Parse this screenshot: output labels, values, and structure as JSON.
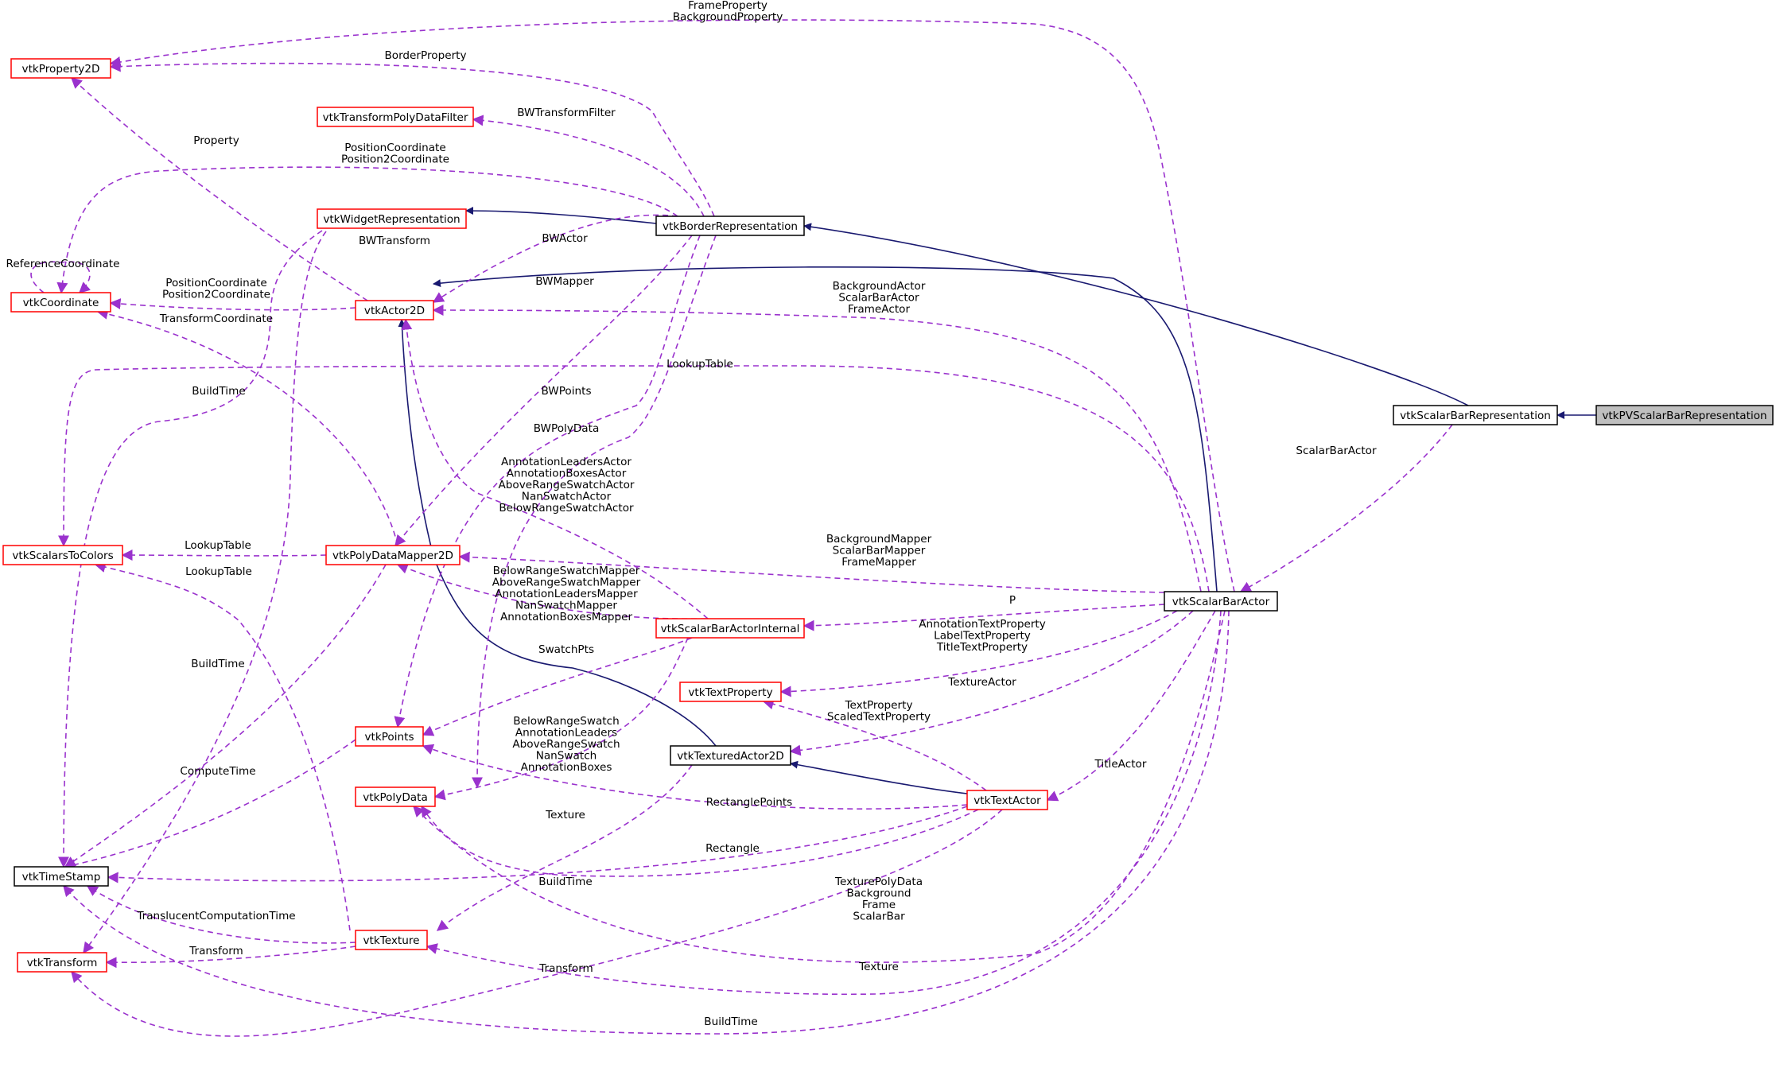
{
  "colors": {
    "background": "#ffffff",
    "node_fill": "#ffffff",
    "node_border_default": "#000000",
    "node_border_external": "#ff0000",
    "focus_fill": "#bfbfbf",
    "inheritance_edge": "#191970",
    "usage_edge": "#9a32cd"
  },
  "nodes": [
    {
      "id": "vtkProperty2D",
      "label": "vtkProperty2D",
      "style": "external"
    },
    {
      "id": "vtkTransformPolyDataFilter",
      "label": "vtkTransformPolyDataFilter",
      "style": "external"
    },
    {
      "id": "vtkWidgetRepresentation",
      "label": "vtkWidgetRepresentation",
      "style": "external"
    },
    {
      "id": "vtkBorderRepresentation",
      "label": "vtkBorderRepresentation",
      "style": "default"
    },
    {
      "id": "vtkCoordinate",
      "label": "vtkCoordinate",
      "style": "external"
    },
    {
      "id": "vtkActor2D",
      "label": "vtkActor2D",
      "style": "external"
    },
    {
      "id": "vtkScalarBarRepresentation",
      "label": "vtkScalarBarRepresentation",
      "style": "default"
    },
    {
      "id": "vtkPVScalarBarRepresentation",
      "label": "vtkPVScalarBarRepresentation",
      "style": "focus"
    },
    {
      "id": "vtkScalarsToColors",
      "label": "vtkScalarsToColors",
      "style": "external"
    },
    {
      "id": "vtkPolyDataMapper2D",
      "label": "vtkPolyDataMapper2D",
      "style": "external"
    },
    {
      "id": "vtkScalarBarActor",
      "label": "vtkScalarBarActor",
      "style": "default"
    },
    {
      "id": "vtkScalarBarActorInternal",
      "label": "vtkScalarBarActorInternal",
      "style": "external"
    },
    {
      "id": "vtkTextProperty",
      "label": "vtkTextProperty",
      "style": "external"
    },
    {
      "id": "vtkPoints",
      "label": "vtkPoints",
      "style": "external"
    },
    {
      "id": "vtkTexturedActor2D",
      "label": "vtkTexturedActor2D",
      "style": "default"
    },
    {
      "id": "vtkPolyData",
      "label": "vtkPolyData",
      "style": "external"
    },
    {
      "id": "vtkTextActor",
      "label": "vtkTextActor",
      "style": "external"
    },
    {
      "id": "vtkTimeStamp",
      "label": "vtkTimeStamp",
      "style": "default"
    },
    {
      "id": "vtkTexture",
      "label": "vtkTexture",
      "style": "external"
    },
    {
      "id": "vtkTransform",
      "label": "vtkTransform",
      "style": "external"
    }
  ],
  "edges": [
    {
      "from": "vtkPVScalarBarRepresentation",
      "to": "vtkScalarBarRepresentation",
      "kind": "inherit",
      "label": ""
    },
    {
      "from": "vtkScalarBarRepresentation",
      "to": "vtkBorderRepresentation",
      "kind": "inherit",
      "label": ""
    },
    {
      "from": "vtkBorderRepresentation",
      "to": "vtkWidgetRepresentation",
      "kind": "inherit",
      "label": ""
    },
    {
      "from": "vtkScalarBarActor",
      "to": "vtkActor2D",
      "kind": "inherit",
      "label": ""
    },
    {
      "from": "vtkTexturedActor2D",
      "to": "vtkActor2D",
      "kind": "inherit",
      "label": ""
    },
    {
      "from": "vtkTextActor",
      "to": "vtkTexturedActor2D",
      "kind": "inherit",
      "label": ""
    },
    {
      "from": "vtkScalarBarActor",
      "to": "vtkProperty2D",
      "kind": "use",
      "label": [
        "FrameProperty",
        "BackgroundProperty"
      ]
    },
    {
      "from": "vtkBorderRepresentation",
      "to": "vtkProperty2D",
      "kind": "use",
      "label": [
        "BorderProperty"
      ]
    },
    {
      "from": "vtkActor2D",
      "to": "vtkProperty2D",
      "kind": "use",
      "label": [
        "Property"
      ]
    },
    {
      "from": "vtkBorderRepresentation",
      "to": "vtkTransformPolyDataFilter",
      "kind": "use",
      "label": [
        "BWTransformFilter"
      ]
    },
    {
      "from": "vtkBorderRepresentation",
      "to": "vtkCoordinate",
      "kind": "use",
      "label": [
        "PositionCoordinate",
        "Position2Coordinate"
      ]
    },
    {
      "from": "vtkCoordinate",
      "to": "vtkCoordinate",
      "kind": "use",
      "label": [
        "ReferenceCoordinate"
      ]
    },
    {
      "from": "vtkActor2D",
      "to": "vtkCoordinate",
      "kind": "use",
      "label": [
        "PositionCoordinate",
        "Position2Coordinate"
      ]
    },
    {
      "from": "vtkPolyDataMapper2D",
      "to": "vtkCoordinate",
      "kind": "use",
      "label": [
        "TransformCoordinate"
      ]
    },
    {
      "from": "vtkBorderRepresentation",
      "to": "vtkActor2D",
      "kind": "use",
      "label": [
        "BWActor"
      ]
    },
    {
      "from": "vtkBorderRepresentation",
      "to": "vtkPolyDataMapper2D",
      "kind": "use",
      "label": [
        "BWMapper"
      ]
    },
    {
      "from": "vtkScalarBarActor",
      "to": "vtkActor2D",
      "kind": "use",
      "label": [
        "BackgroundActor",
        "ScalarBarActor",
        "FrameActor"
      ]
    },
    {
      "from": "vtkWidgetRepresentation",
      "to": "vtkTransform",
      "kind": "use",
      "label": [
        "BWTransform"
      ]
    },
    {
      "from": "vtkScalarBarActor",
      "to": "vtkScalarsToColors",
      "kind": "use",
      "label": [
        "LookupTable"
      ]
    },
    {
      "from": "vtkWidgetRepresentation",
      "to": "vtkTimeStamp",
      "kind": "use",
      "label": [
        "BuildTime"
      ]
    },
    {
      "from": "vtkBorderRepresentation",
      "to": "vtkPoints",
      "kind": "use",
      "label": [
        "BWPoints"
      ]
    },
    {
      "from": "vtkBorderRepresentation",
      "to": "vtkPolyData",
      "kind": "use",
      "label": [
        "BWPolyData"
      ]
    },
    {
      "from": "vtkScalarBarActorInternal",
      "to": "vtkActor2D",
      "kind": "use",
      "label": [
        "AnnotationLeadersActor",
        "AnnotationBoxesActor",
        "AboveRangeSwatchActor",
        "NanSwatchActor",
        "BelowRangeSwatchActor"
      ]
    },
    {
      "from": "vtkScalarBarRepresentation",
      "to": "vtkScalarBarActor",
      "kind": "use",
      "label": [
        "ScalarBarActor"
      ]
    },
    {
      "from": "vtkPolyDataMapper2D",
      "to": "vtkScalarsToColors",
      "kind": "use",
      "label": [
        "LookupTable"
      ]
    },
    {
      "from": "vtkTexture",
      "to": "vtkScalarsToColors",
      "kind": "use",
      "label": [
        "LookupTable"
      ]
    },
    {
      "from": "vtkScalarBarActor",
      "to": "vtkPolyDataMapper2D",
      "kind": "use",
      "label": [
        "BackgroundMapper",
        "ScalarBarMapper",
        "FrameMapper"
      ]
    },
    {
      "from": "vtkScalarBarActorInternal",
      "to": "vtkPolyDataMapper2D",
      "kind": "use",
      "label": [
        "BelowRangeSwatchMapper",
        "AboveRangeSwatchMapper",
        "AnnotationLeadersMapper",
        "NanSwatchMapper",
        "AnnotationBoxesMapper"
      ]
    },
    {
      "from": "vtkScalarBarActor",
      "to": "vtkScalarBarActorInternal",
      "kind": "use",
      "label": [
        "P"
      ]
    },
    {
      "from": "vtkScalarBarActor",
      "to": "vtkTextProperty",
      "kind": "use",
      "label": [
        "AnnotationTextProperty",
        "LabelTextProperty",
        "TitleTextProperty"
      ]
    },
    {
      "from": "vtkPolyDataMapper2D",
      "to": "vtkTimeStamp",
      "kind": "use",
      "label": [
        "BuildTime"
      ]
    },
    {
      "from": "vtkScalarBarActorInternal",
      "to": "vtkPoints",
      "kind": "use",
      "label": [
        "SwatchPts"
      ]
    },
    {
      "from": "vtkScalarBarActor",
      "to": "vtkTexturedActor2D",
      "kind": "use",
      "label": [
        "TextureActor"
      ]
    },
    {
      "from": "vtkTextActor",
      "to": "vtkTextProperty",
      "kind": "use",
      "label": [
        "TextProperty",
        "ScaledTextProperty"
      ]
    },
    {
      "from": "vtkScalarBarActorInternal",
      "to": "vtkPolyData",
      "kind": "use",
      "label": [
        "BelowRangeSwatch",
        "AnnotationLeaders",
        "AboveRangeSwatch",
        "NanSwatch",
        "AnnotationBoxes"
      ]
    },
    {
      "from": "vtkPoints",
      "to": "vtkTimeStamp",
      "kind": "use",
      "label": [
        "ComputeTime"
      ]
    },
    {
      "from": "vtkScalarBarActor",
      "to": "vtkTextActor",
      "kind": "use",
      "label": [
        "TitleActor"
      ]
    },
    {
      "from": "vtkTextActor",
      "to": "vtkPoints",
      "kind": "use",
      "label": [
        "RectanglePoints"
      ]
    },
    {
      "from": "vtkTexturedActor2D",
      "to": "vtkTexture",
      "kind": "use",
      "label": [
        "Texture"
      ]
    },
    {
      "from": "vtkTextActor",
      "to": "vtkPolyData",
      "kind": "use",
      "label": [
        "Rectangle"
      ]
    },
    {
      "from": "vtkTextActor",
      "to": "vtkTimeStamp",
      "kind": "use",
      "label": [
        "BuildTime"
      ]
    },
    {
      "from": "vtkScalarBarActor",
      "to": "vtkPolyData",
      "kind": "use",
      "label": [
        "TexturePolyData",
        "Background",
        "Frame",
        "ScalarBar"
      ]
    },
    {
      "from": "vtkTexture",
      "to": "vtkTimeStamp",
      "kind": "use",
      "label": [
        "TranslucentComputationTime"
      ]
    },
    {
      "from": "vtkTexture",
      "to": "vtkTransform",
      "kind": "use",
      "label": [
        "Transform"
      ]
    },
    {
      "from": "vtkTextActor",
      "to": "vtkTransform",
      "kind": "use",
      "label": [
        "Transform"
      ]
    },
    {
      "from": "vtkScalarBarActor",
      "to": "vtkTexture",
      "kind": "use",
      "label": [
        "Texture"
      ]
    },
    {
      "from": "vtkScalarBarActor",
      "to": "vtkTimeStamp",
      "kind": "use",
      "label": [
        "BuildTime"
      ]
    }
  ]
}
